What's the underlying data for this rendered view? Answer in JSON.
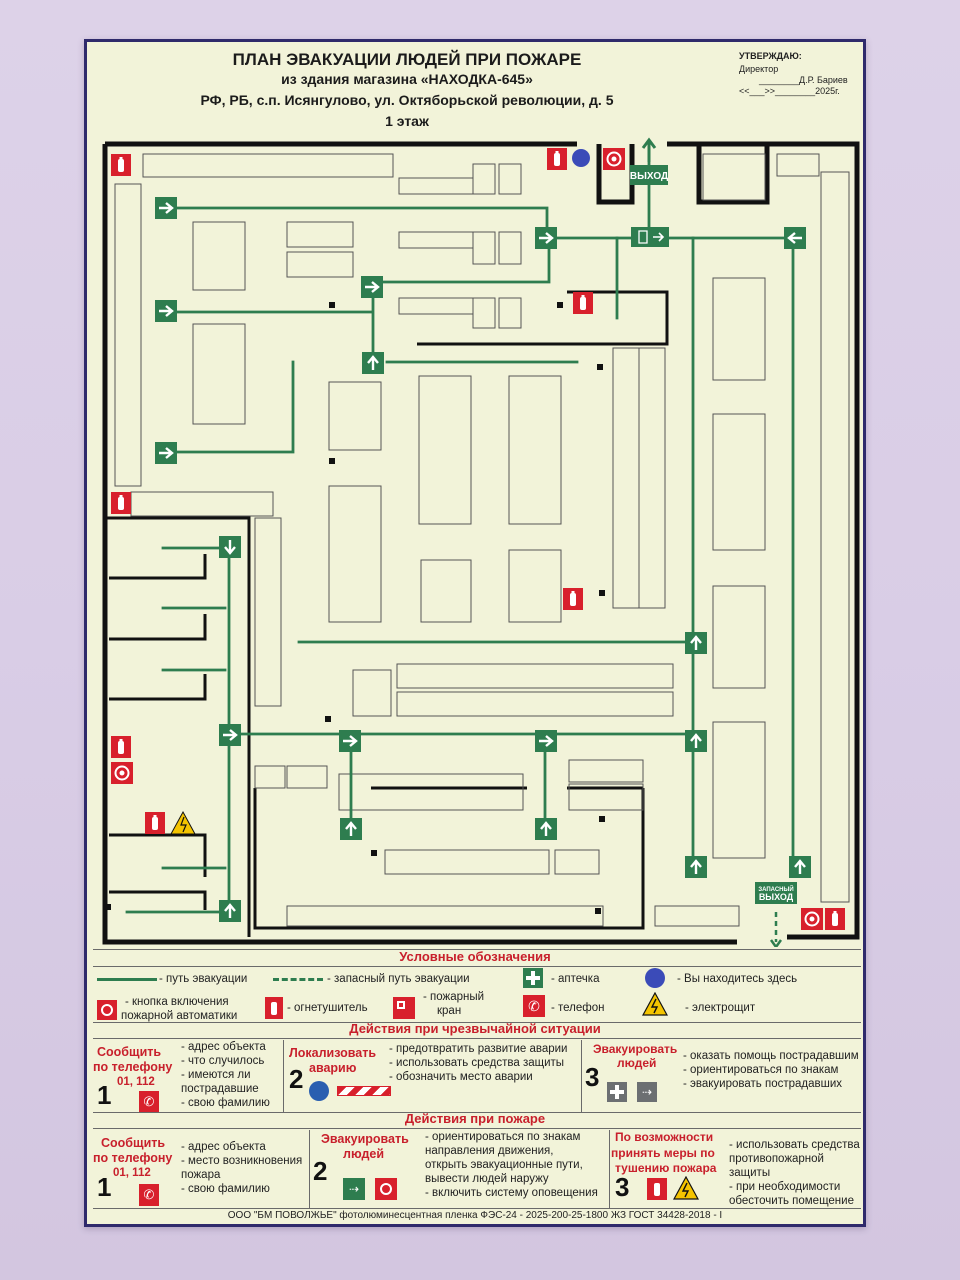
{
  "header": {
    "title_line1": "ПЛАН ЭВАКУАЦИИ ЛЮДЕЙ ПРИ ПОЖАРЕ",
    "title_line2": "из здания магазина «НАХОДКА-645»",
    "title_line3": "РФ, РБ, с.п. Исянгулово, ул. Октяборьской революции, д. 5",
    "title_line4": "1 этаж"
  },
  "approval": {
    "line1": "УТВЕРЖДАЮ:",
    "line2": "Директор",
    "line3": "________Д.Р. Бариев",
    "line4": "<<___>>________2025г."
  },
  "plan": {
    "exit_label": "ВЫХОД",
    "reserve_exit_line1": "ЗАПАСНЫЙ",
    "reserve_exit_line2": "ВЫХОД"
  },
  "legend": {
    "title": "Условные обозначения",
    "evac_path": "- путь эвакуации",
    "reserve_path": "- запасный путь эвакуации",
    "first_aid": "- аптечка",
    "you_are_here": "- Вы находитесь здесь",
    "alarm_button_1": "- кнопка включения",
    "alarm_button_2": "пожарной автоматики",
    "extinguisher": "- огнетушитель",
    "hydrant_1": "- пожарный",
    "hydrant_2": "кран",
    "phone": "- телефон",
    "panel": "- электрощит"
  },
  "emergency": {
    "title": "Действия при чрезвычайной ситуации",
    "col1_head1": "Сообщить",
    "col1_head2": "по телефону",
    "col1_phone": "01, 112",
    "col1_num": "1",
    "col1_items": [
      "- адрес объекта",
      "- что случилось",
      "- имеются ли",
      "пострадавшие",
      "- свою фамилию"
    ],
    "col2_head1": "Локализовать",
    "col2_head2": "аварию",
    "col2_num": "2",
    "col2_items": [
      "- предотвратить развитие аварии",
      "- использовать средства защиты",
      "- обозначить место аварии"
    ],
    "col3_head1": "Эвакуировать",
    "col3_head2": "людей",
    "col3_num": "3",
    "col3_items": [
      "- оказать помощь пострадавшим",
      "- ориентироваться по знакам",
      "- эвакуировать пострадавших"
    ]
  },
  "fire": {
    "title": "Действия при пожаре",
    "col1_head1": "Сообщить",
    "col1_head2": "по телефону",
    "col1_phone": "01, 112",
    "col1_num": "1",
    "col1_items": [
      "- адрес объекта",
      "- место возникновения",
      "пожара",
      "- свою фамилию"
    ],
    "col2_head1": "Эвакуировать",
    "col2_head2": "людей",
    "col2_num": "2",
    "col2_items": [
      "- ориентироваться по знакам",
      "направления движения,",
      "открыть эвакуационные пути,",
      "вывести людей наружу",
      "- включить систему оповещения"
    ],
    "col3_head1": "По возможности",
    "col3_head2": "принять меры по",
    "col3_head3": "тушению пожара",
    "col3_num": "3",
    "col3_items": [
      "- использовать средства",
      "противопожарной защиты",
      "- при необходимости",
      "обесточить помещение"
    ]
  },
  "footer": "ООО \"БМ ПОВОЛЖЬЕ\" фотолюминесцентная пленка ФЭС-24 - 2025-200-25-1800 ЖЗ ГОСТ 34428-2018 - I",
  "colors": {
    "green": "#2e7d4f",
    "red": "#c8202c",
    "wall": "#111111",
    "background": "#f2f3d9",
    "border": "#2f2a6b"
  }
}
